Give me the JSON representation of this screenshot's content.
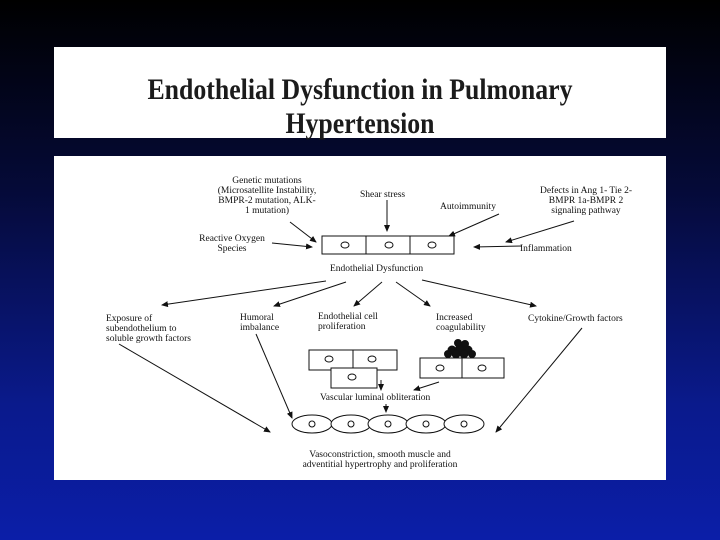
{
  "title": "Endothelial Dysfunction in Pulmonary Hypertension",
  "diagram": {
    "inputs": {
      "genetic": [
        "Genetic mutations",
        "(Microsatellite Instability,",
        "BMPR-2 mutation, ALK-",
        "1 mutation)"
      ],
      "shear": "Shear stress",
      "autoimmunity": "Autoimmunity",
      "defects": [
        "Defects in Ang 1- Tie 2-",
        "BMPR 1a-BMPR 2",
        "signaling pathway"
      ],
      "ros": [
        "Reactive Oxygen",
        "Species"
      ],
      "inflammation": "Inflammation"
    },
    "center": "Endothelial Dysfunction",
    "outputs": {
      "exposure": [
        "Exposure of",
        "subendothelium to",
        "soluble growth factors"
      ],
      "humoral": [
        "Humoral",
        "imbalance"
      ],
      "proliferation": [
        "Endothelial cell",
        "proliferation"
      ],
      "coagulability": [
        "Increased",
        "coagulability"
      ],
      "cytokine": "Cytokine/Growth factors"
    },
    "obliteration": "Vascular luminal obliteration",
    "final": [
      "Vasoconstriction, smooth muscle and",
      "adventitial hypertrophy and proliferation"
    ]
  }
}
